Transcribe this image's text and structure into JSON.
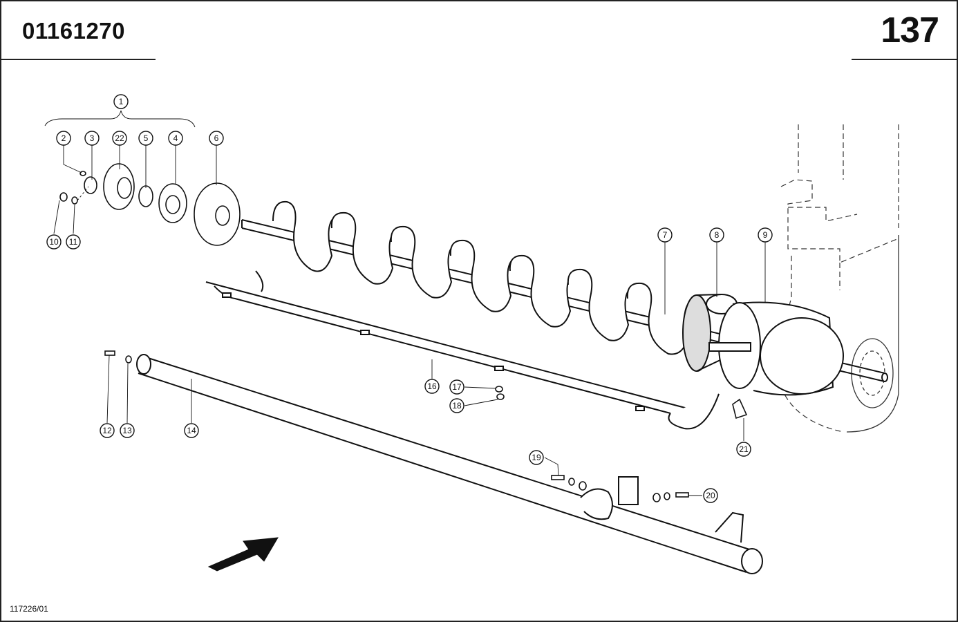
{
  "header": {
    "document_number": "01161270",
    "page_number": "137"
  },
  "footer": {
    "drawing_code": "117226/01"
  },
  "callouts": {
    "c1": "1",
    "c2": "2",
    "c3": "3",
    "c4": "4",
    "c5": "5",
    "c6": "6",
    "c7": "7",
    "c8": "8",
    "c9": "9",
    "c10": "10",
    "c11": "11",
    "c12": "12",
    "c13": "13",
    "c14": "14",
    "c16": "16",
    "c17": "17",
    "c18": "18",
    "c19": "19",
    "c20": "20",
    "c21": "21",
    "c22": "22"
  }
}
